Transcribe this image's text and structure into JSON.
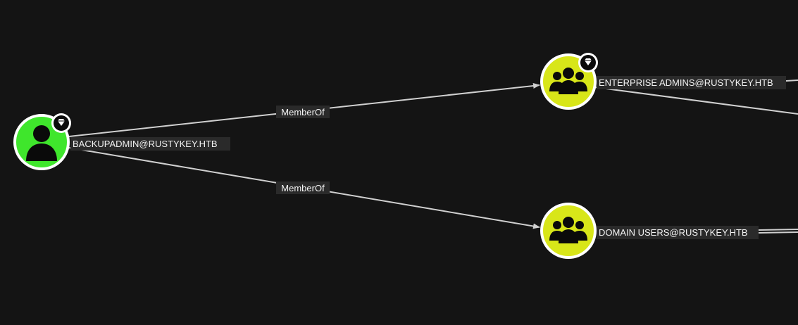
{
  "colors": {
    "background": "#141414",
    "user_node": "#3fe62c",
    "group_node": "#d8e619",
    "node_ring": "#ffffff",
    "edge": "#d0d0d0",
    "label_bg": "#2a2a2a",
    "label_text": "#f2f2f2"
  },
  "nodes": [
    {
      "id": "backupadmin",
      "label": "BACKUPADMIN@RUSTYKEY.HTB",
      "kind": "user",
      "icon": "user-icon",
      "badge": "diamond-badge-icon"
    },
    {
      "id": "enterprise_admins",
      "label": "ENTERPRISE ADMINS@RUSTYKEY.HTB",
      "kind": "group",
      "icon": "group-icon",
      "badge": "diamond-badge-icon"
    },
    {
      "id": "domain_users",
      "label": "DOMAIN USERS@RUSTYKEY.HTB",
      "kind": "group",
      "icon": "group-icon"
    }
  ],
  "edges": [
    {
      "from": "backupadmin",
      "to": "enterprise_admins",
      "label": "MemberOf"
    },
    {
      "from": "backupadmin",
      "to": "domain_users",
      "label": "MemberOf"
    }
  ]
}
